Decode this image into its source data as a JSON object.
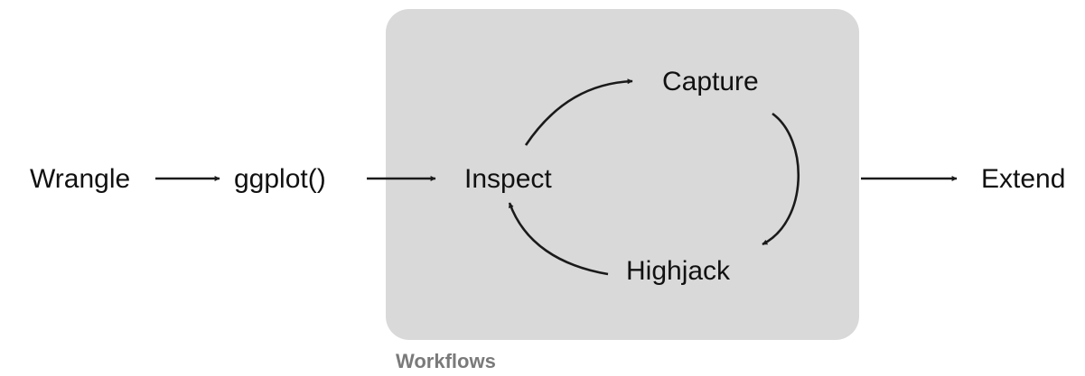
{
  "colors": {
    "workflow_box_fill": "#d9d9d9",
    "text": "#111111",
    "caption": "#7a7a7a",
    "arrow": "#1a1a1a"
  },
  "nodes": {
    "wrangle": "Wrangle",
    "ggplot": "ggplot()",
    "inspect": "Inspect",
    "capture": "Capture",
    "highjack": "Highjack",
    "extend": "Extend"
  },
  "group": {
    "caption": "Workflows"
  }
}
